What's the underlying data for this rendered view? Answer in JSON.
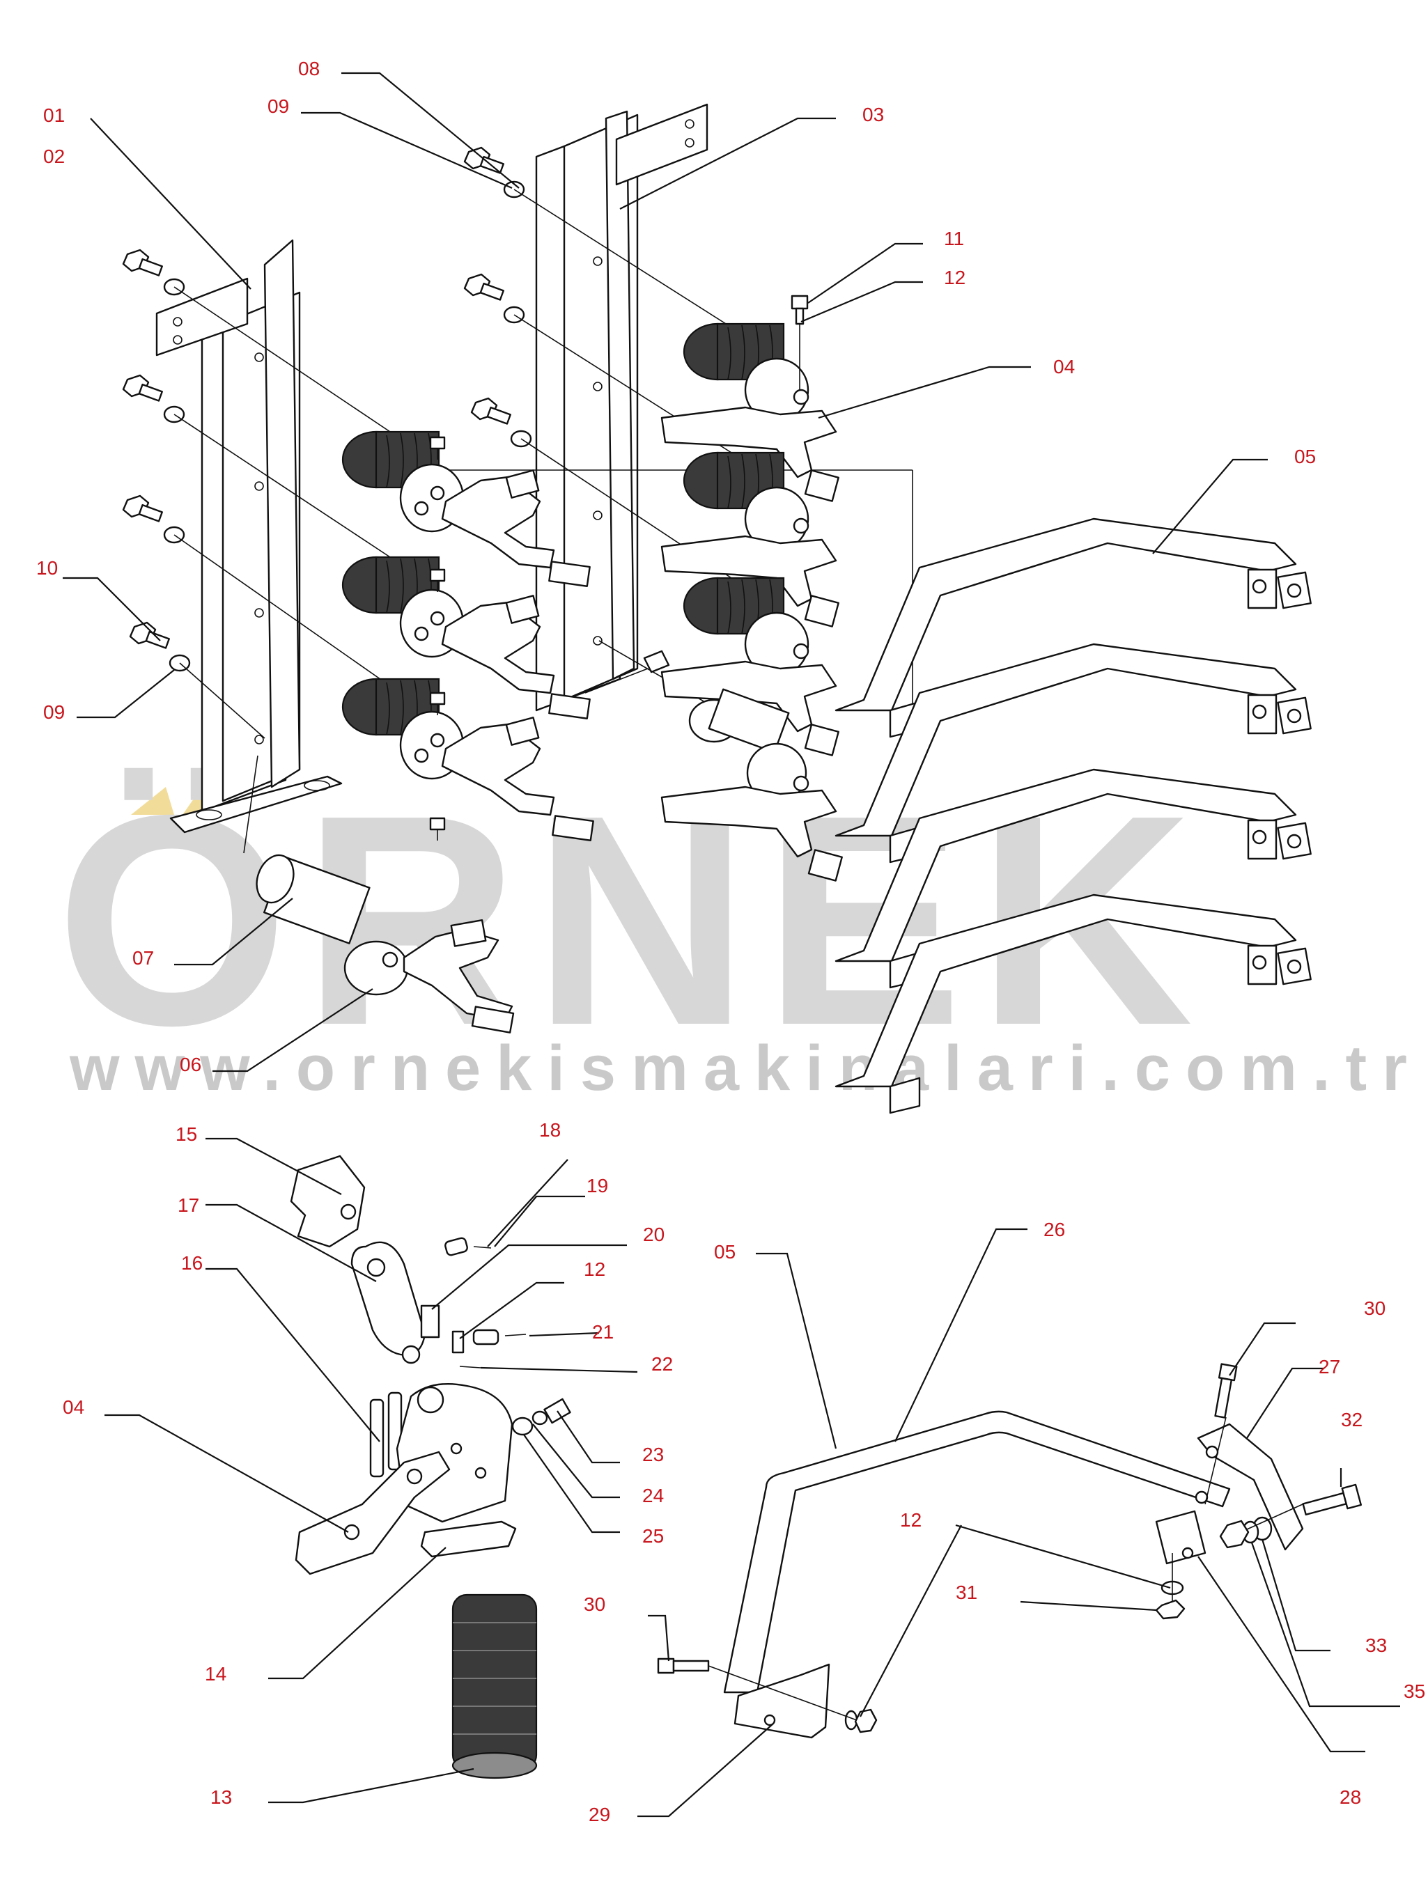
{
  "watermark": {
    "brand": "ÖRNEK",
    "url": "www.ornekismakinalari.com.tr"
  },
  "callouts": [
    {
      "id": "c01",
      "label": "01"
    },
    {
      "id": "c02",
      "label": "02"
    },
    {
      "id": "c03",
      "label": "03"
    },
    {
      "id": "c04a",
      "label": "04"
    },
    {
      "id": "c05a",
      "label": "05"
    },
    {
      "id": "c06",
      "label": "06"
    },
    {
      "id": "c07",
      "label": "07"
    },
    {
      "id": "c08",
      "label": "08"
    },
    {
      "id": "c09a",
      "label": "09"
    },
    {
      "id": "c09b",
      "label": "09"
    },
    {
      "id": "c10",
      "label": "10"
    },
    {
      "id": "c11",
      "label": "11"
    },
    {
      "id": "c12a",
      "label": "12"
    },
    {
      "id": "c12b",
      "label": "12"
    },
    {
      "id": "c12c",
      "label": "12"
    },
    {
      "id": "c13",
      "label": "13"
    },
    {
      "id": "c14",
      "label": "14"
    },
    {
      "id": "c15",
      "label": "15"
    },
    {
      "id": "c16",
      "label": "16"
    },
    {
      "id": "c17",
      "label": "17"
    },
    {
      "id": "c18",
      "label": "18"
    },
    {
      "id": "c19",
      "label": "19"
    },
    {
      "id": "c20",
      "label": "20"
    },
    {
      "id": "c21",
      "label": "21"
    },
    {
      "id": "c22",
      "label": "22"
    },
    {
      "id": "c23",
      "label": "23"
    },
    {
      "id": "c24",
      "label": "24"
    },
    {
      "id": "c25",
      "label": "25"
    },
    {
      "id": "c04b",
      "label": "04"
    },
    {
      "id": "c05b",
      "label": "05"
    },
    {
      "id": "c26",
      "label": "26"
    },
    {
      "id": "c27",
      "label": "27"
    },
    {
      "id": "c28",
      "label": "28"
    },
    {
      "id": "c29",
      "label": "29"
    },
    {
      "id": "c30a",
      "label": "30"
    },
    {
      "id": "c30b",
      "label": "30"
    },
    {
      "id": "c31",
      "label": "31"
    },
    {
      "id": "c32",
      "label": "32"
    },
    {
      "id": "c33",
      "label": "33"
    },
    {
      "id": "c35",
      "label": "35"
    }
  ]
}
